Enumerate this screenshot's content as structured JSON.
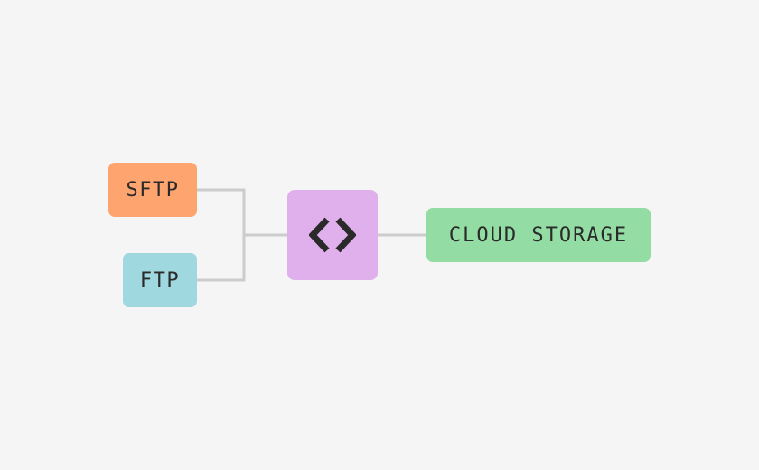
{
  "nodes": {
    "sftp": {
      "label": "SFTP",
      "color": "#fea46f"
    },
    "ftp": {
      "label": "FTP",
      "color": "#a0d8df"
    },
    "hub": {
      "icon": "chevrons-diamond-icon",
      "color": "#e0b0ec"
    },
    "cloud": {
      "label": "CLOUD STORAGE",
      "color": "#93dca3"
    }
  },
  "connector_color": "#cccccc",
  "text_color": "#2a2a2a",
  "background_color": "#f5f5f5"
}
